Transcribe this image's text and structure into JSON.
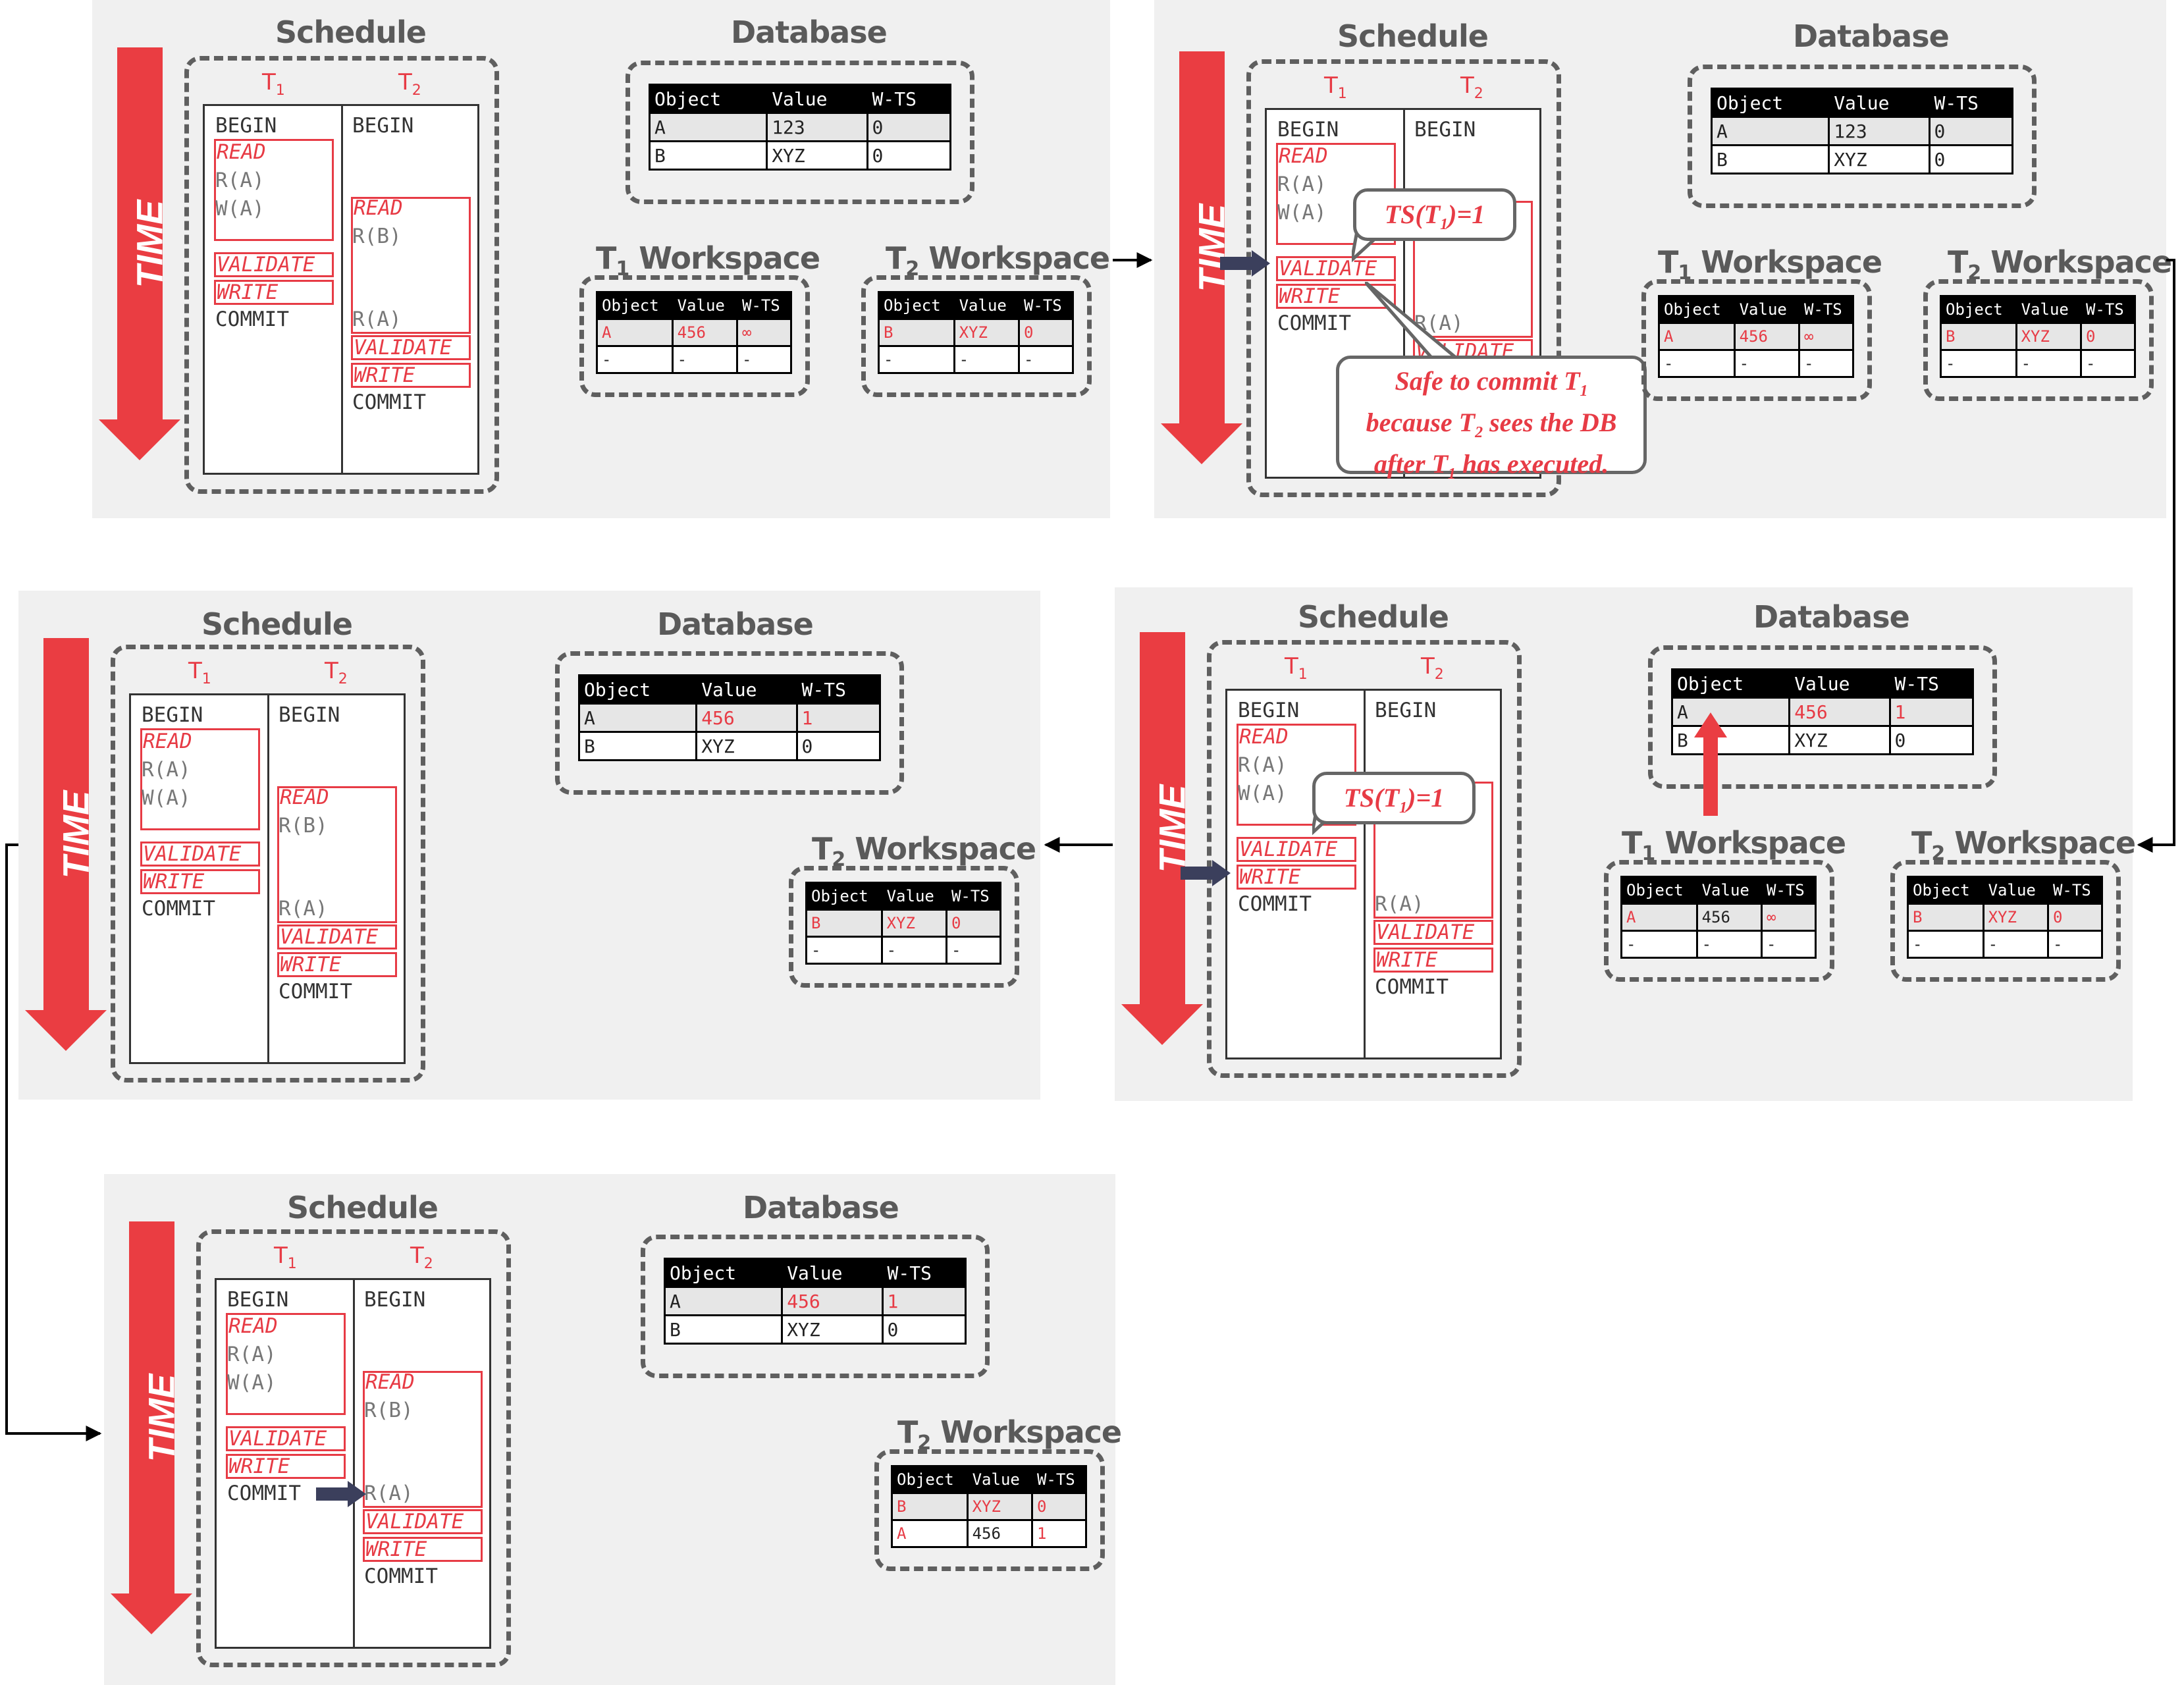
{
  "labels": {
    "schedule": "Schedule",
    "database": "Database",
    "time": "TIME",
    "t1_workspace": "Workspace",
    "t2_workspace": "Workspace",
    "t": "T",
    "sub1": "1",
    "sub2": "2"
  },
  "ops": {
    "begin": "BEGIN",
    "read": "READ",
    "ra": "R(A)",
    "wa": "W(A)",
    "rb": "R(B)",
    "validate": "VALIDATE",
    "write": "WRITE",
    "commit": "COMMIT"
  },
  "table_headers": {
    "object": "Object",
    "value": "Value",
    "wts": "W-TS"
  },
  "bubbles": {
    "ts": "TS(T",
    "ts_end": ")=1",
    "safe_a": "Safe to commit T",
    "safe_b": "because T",
    "safe_c": " sees the DB",
    "safe_d": "after T",
    "safe_e": " has executed."
  },
  "panels": [
    {
      "db": [
        [
          "A",
          "123",
          "0"
        ],
        [
          "B",
          "XYZ",
          "0"
        ]
      ],
      "t1ws": [
        [
          "A",
          "456",
          "∞"
        ],
        [
          "-",
          "-",
          "-"
        ]
      ],
      "t2ws": [
        [
          "B",
          "XYZ",
          "0"
        ],
        [
          "-",
          "-",
          "-"
        ]
      ]
    },
    {
      "db": [
        [
          "A",
          "123",
          "0"
        ],
        [
          "B",
          "XYZ",
          "0"
        ]
      ],
      "t1ws": [
        [
          "A",
          "456",
          "∞"
        ],
        [
          "-",
          "-",
          "-"
        ]
      ],
      "t2ws": [
        [
          "B",
          "XYZ",
          "0"
        ],
        [
          "-",
          "-",
          "-"
        ]
      ]
    },
    {
      "db": [
        [
          "A",
          "456",
          "1"
        ],
        [
          "B",
          "XYZ",
          "0"
        ]
      ],
      "t1ws": [
        [
          "A",
          "456",
          "∞"
        ],
        [
          "-",
          "-",
          "-"
        ]
      ],
      "t2ws": [
        [
          "B",
          "XYZ",
          "0"
        ],
        [
          "-",
          "-",
          "-"
        ]
      ]
    },
    {
      "db": [
        [
          "A",
          "456",
          "1"
        ],
        [
          "B",
          "XYZ",
          "0"
        ]
      ],
      "t2ws": [
        [
          "B",
          "XYZ",
          "0"
        ],
        [
          "-",
          "-",
          "-"
        ]
      ]
    },
    {
      "db": [
        [
          "A",
          "456",
          "1"
        ],
        [
          "B",
          "XYZ",
          "0"
        ]
      ],
      "t2ws": [
        [
          "B",
          "XYZ",
          "0"
        ],
        [
          "A",
          "456",
          "1"
        ]
      ]
    }
  ],
  "colors": {
    "accent": "#e73b45",
    "dark_arrow": "#3b3f5c",
    "panel_bg": "#f0f0f0"
  }
}
